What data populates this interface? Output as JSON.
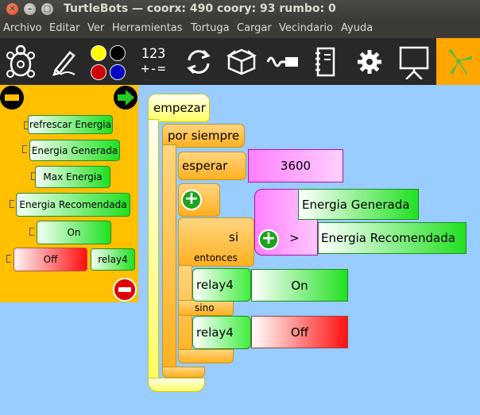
{
  "window": {
    "title": "TurtleBots — coorx: 490 coory: 93 rumbo: 0"
  },
  "menu": {
    "items": [
      "Archivo",
      "Editar",
      "Ver",
      "Herramientas",
      "Tortuga",
      "Cargar",
      "Vecindario",
      "Ayuda"
    ]
  },
  "toolbar": {
    "icons": [
      "turtle-icon",
      "pen-icon",
      "palette-colors-icon",
      "numbers-icon",
      "loop-arrows-icon",
      "box-icon",
      "sensors-icon",
      "notebook-icon",
      "gear-icon",
      "presentation-icon",
      "windmill-icon"
    ],
    "numbers_top": "123",
    "numbers_bottom": "+-=",
    "colors": [
      "#ffff00",
      "#000000",
      "#d00000",
      "#0000c0"
    ],
    "active_bg": "#ffa600"
  },
  "palette": {
    "blocks": [
      "refrescar Energia",
      "Energia Generada",
      "Max Energia",
      "Energia Recomendada",
      "On",
      "Off",
      "relay4"
    ]
  },
  "program": {
    "start": "empezar",
    "forever": "por siempre",
    "wait": "esperar",
    "wait_value": "3600",
    "if": "si",
    "then": "entonces",
    "else": "sino",
    "left_operand": "Energia Generada",
    "operator": ">",
    "right_operand": "Energia Recomendada",
    "relay_then": "relay4",
    "value_then": "On",
    "relay_else": "relay4",
    "value_else": "Off"
  }
}
